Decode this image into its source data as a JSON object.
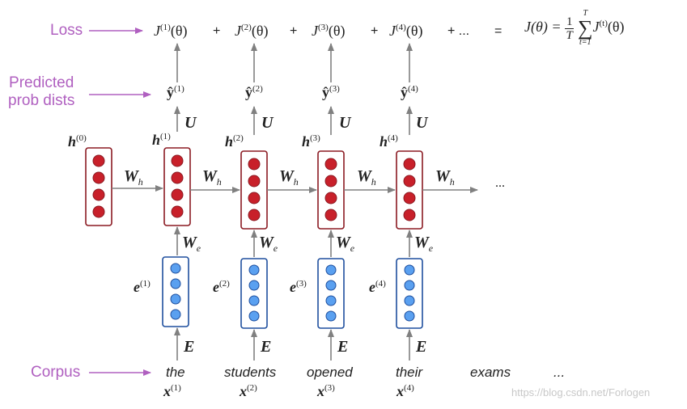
{
  "labels": {
    "loss": "Loss",
    "predicted_line1": "Predicted",
    "predicted_line2": "prob dists",
    "corpus": "Corpus"
  },
  "words": [
    "the",
    "students",
    "opened",
    "their",
    "exams",
    "..."
  ],
  "x_labels": [
    "x",
    "x",
    "x",
    "x"
  ],
  "x_sups": [
    "(1)",
    "(2)",
    "(3)",
    "(4)"
  ],
  "e_label": "e",
  "h_label": "h",
  "h0_sup": "(0)",
  "yhat_label": "ŷ",
  "loss_terms": [
    "J",
    "J",
    "J",
    "J"
  ],
  "loss_theta": "(θ)",
  "plus_sign": "+",
  "loss_tail": "+ ...",
  "equals": "=",
  "total_loss": {
    "lhs": "J(θ) =",
    "frac_num": "1",
    "frac_den": "T",
    "sum_top": "T",
    "sum_bottom": "t=1",
    "sum_symbol": "∑",
    "term": "J",
    "term_sup": "(t)",
    "term_tail": "(θ)"
  },
  "weights": {
    "E": "E",
    "W": "W",
    "We_sub": "e",
    "Wh_sub": "h",
    "U": "U"
  },
  "ellipsis": "...",
  "watermark": "https://blog.csdn.net/Forlogen",
  "colors": {
    "hidden_fill": "#c8202a",
    "hidden_border": "#8b1a22",
    "embed_fill": "#5aa0f0",
    "embed_border": "#1f4f9e",
    "arrow": "#808080",
    "label": "#b060c0"
  }
}
